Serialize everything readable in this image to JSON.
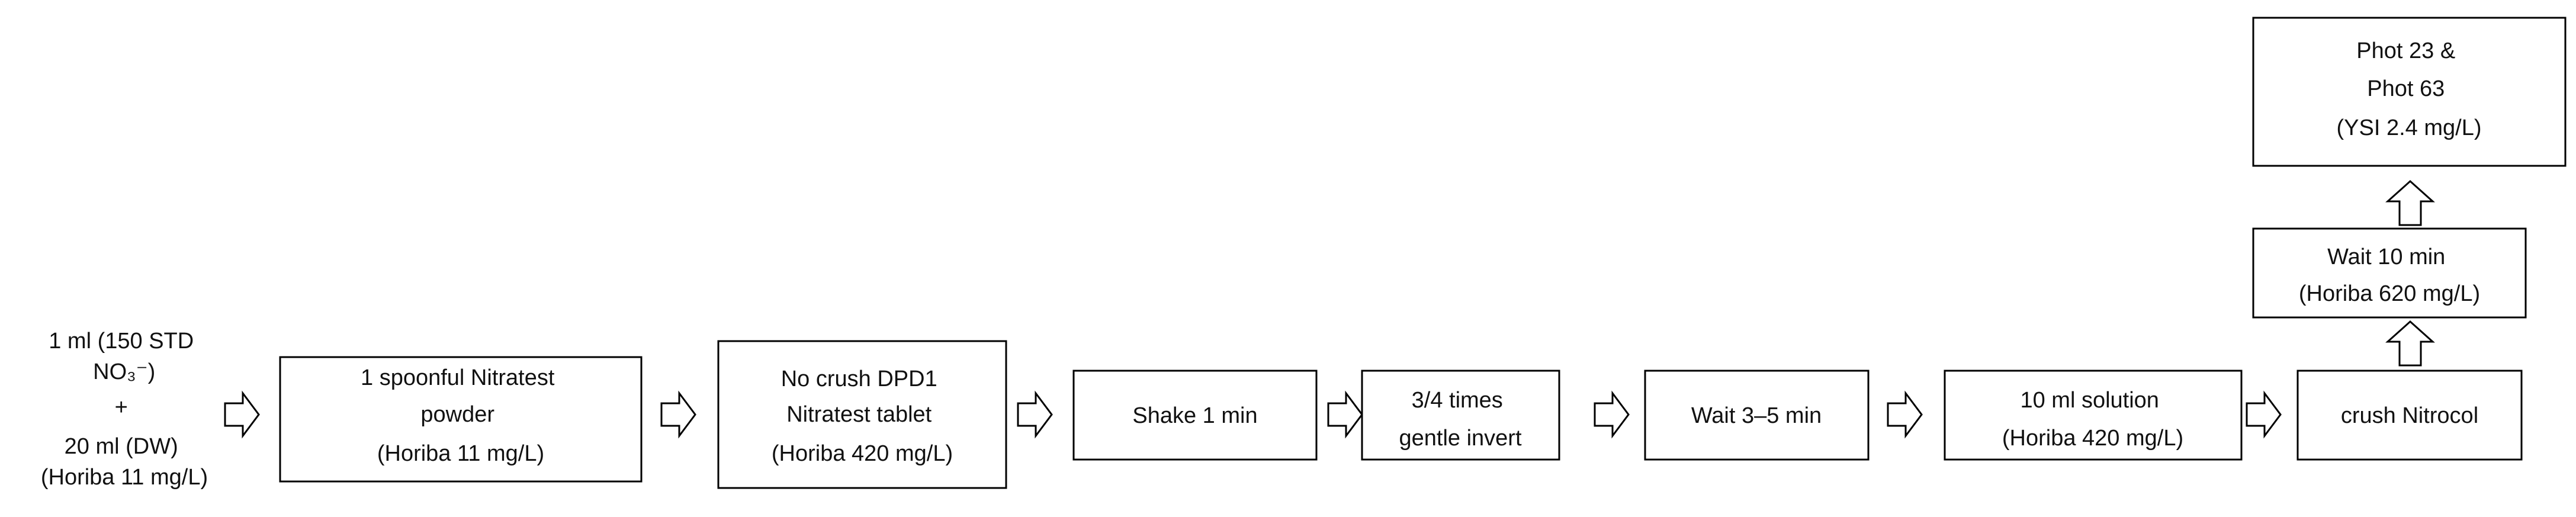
{
  "start": {
    "lines": [
      "1 ml (150 STD",
      "NO₃⁻)",
      "+",
      "20 ml (DW)",
      "(Horiba 11 mg/L)"
    ]
  },
  "steps": [
    {
      "lines": [
        "1 spoonful Nitratest",
        "powder",
        "(Horiba 11 mg/L)"
      ]
    },
    {
      "lines": [
        "No crush DPD1",
        "Nitratest tablet",
        "(Horiba 420 mg/L)"
      ]
    },
    {
      "lines": [
        "Shake 1 min"
      ]
    },
    {
      "lines": [
        "3/4 times",
        "gentle invert"
      ]
    },
    {
      "lines": [
        "Wait 3–5 min"
      ]
    },
    {
      "lines": [
        "10 ml solution",
        "(Horiba 420 mg/L)"
      ]
    },
    {
      "lines": [
        "crush Nitrocol"
      ]
    },
    {
      "lines": [
        "Wait 10 min",
        "(Horiba 620 mg/L)"
      ]
    },
    {
      "lines": [
        "Phot 23 &",
        "Phot 63",
        "(YSI 2.4 mg/L)"
      ]
    }
  ]
}
